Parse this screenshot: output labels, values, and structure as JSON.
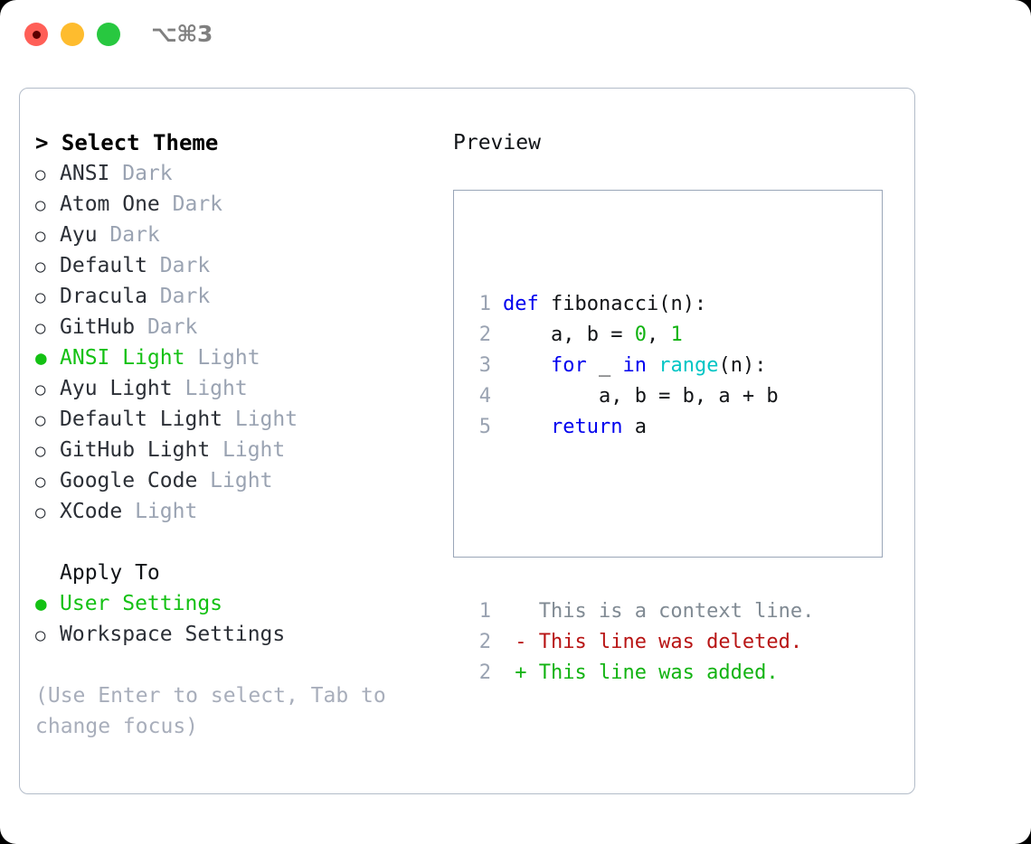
{
  "titlebar": {
    "lights": [
      {
        "name": "close",
        "color": "#ff5f57"
      },
      {
        "name": "minimize",
        "color": "#febc2e"
      },
      {
        "name": "zoom",
        "color": "#28c840"
      }
    ],
    "shortcut": "⌥⌘3"
  },
  "theme_picker": {
    "heading": "> Select Theme",
    "items": [
      {
        "bullet": "○",
        "name": "ANSI",
        "suffix": "Dark",
        "selected": false
      },
      {
        "bullet": "○",
        "name": "Atom One",
        "suffix": "Dark",
        "selected": false
      },
      {
        "bullet": "○",
        "name": "Ayu",
        "suffix": "Dark",
        "selected": false
      },
      {
        "bullet": "○",
        "name": "Default",
        "suffix": "Dark",
        "selected": false
      },
      {
        "bullet": "○",
        "name": "Dracula",
        "suffix": "Dark",
        "selected": false
      },
      {
        "bullet": "○",
        "name": "GitHub",
        "suffix": "Dark",
        "selected": false
      },
      {
        "bullet": "●",
        "name": "ANSI Light",
        "suffix": "Light",
        "selected": true
      },
      {
        "bullet": "○",
        "name": "Ayu Light",
        "suffix": "Light",
        "selected": false
      },
      {
        "bullet": "○",
        "name": "Default Light",
        "suffix": "Light",
        "selected": false
      },
      {
        "bullet": "○",
        "name": "GitHub Light",
        "suffix": "Light",
        "selected": false
      },
      {
        "bullet": "○",
        "name": "Google Code",
        "suffix": "Light",
        "selected": false
      },
      {
        "bullet": "○",
        "name": "XCode",
        "suffix": "Light",
        "selected": false
      }
    ]
  },
  "apply_to": {
    "heading": "Apply To",
    "items": [
      {
        "bullet": "●",
        "name": "User Settings",
        "suffix": "",
        "selected": true
      },
      {
        "bullet": "○",
        "name": "Workspace Settings",
        "suffix": "",
        "selected": false
      }
    ]
  },
  "hint": "(Use Enter to select, Tab to change focus)",
  "preview": {
    "title": "Preview",
    "code_lines": [
      {
        "no": "1",
        "tokens": [
          {
            "t": "def",
            "c": "kw"
          },
          {
            "t": " fibonacci(n):",
            "c": "txt"
          }
        ]
      },
      {
        "no": "2",
        "tokens": [
          {
            "t": "    a, b = ",
            "c": "txt"
          },
          {
            "t": "0",
            "c": "num"
          },
          {
            "t": ", ",
            "c": "txt"
          },
          {
            "t": "1",
            "c": "num"
          }
        ]
      },
      {
        "no": "3",
        "tokens": [
          {
            "t": "    ",
            "c": "txt"
          },
          {
            "t": "for",
            "c": "kw"
          },
          {
            "t": " _ ",
            "c": "txt"
          },
          {
            "t": "in",
            "c": "kw"
          },
          {
            "t": " ",
            "c": "txt"
          },
          {
            "t": "range",
            "c": "fn"
          },
          {
            "t": "(n):",
            "c": "txt"
          }
        ]
      },
      {
        "no": "4",
        "tokens": [
          {
            "t": "        a, b = b, a + b",
            "c": "txt"
          }
        ]
      },
      {
        "no": "5",
        "tokens": [
          {
            "t": "    ",
            "c": "txt"
          },
          {
            "t": "return",
            "c": "kw"
          },
          {
            "t": " a",
            "c": "txt"
          }
        ]
      }
    ],
    "diff_lines": [
      {
        "no": "1",
        "tokens": [
          {
            "t": "   This is a context line.",
            "c": "ctx"
          }
        ]
      },
      {
        "no": "2",
        "tokens": [
          {
            "t": " - This line was deleted.",
            "c": "del"
          }
        ]
      },
      {
        "no": "2",
        "tokens": [
          {
            "t": " + This line was added.",
            "c": "add"
          }
        ]
      }
    ]
  }
}
